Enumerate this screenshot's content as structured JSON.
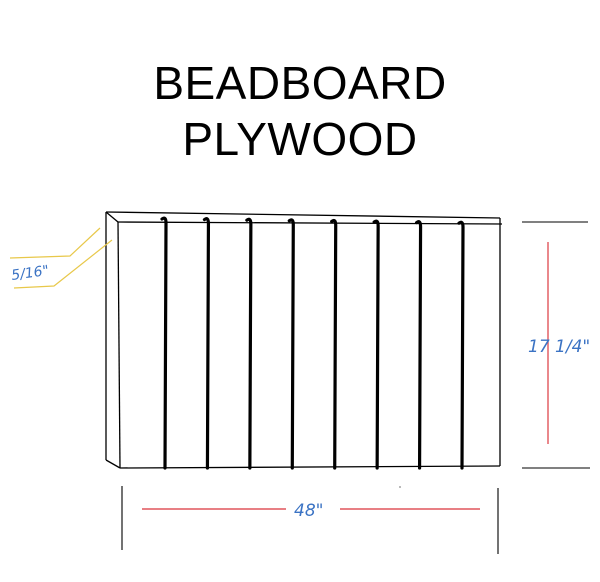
{
  "title": {
    "line1": "BEADBOARD",
    "line2": "PLYWOOD"
  },
  "dimensions": {
    "thickness": "5/16\"",
    "height": "17 1/4\"",
    "width": "48\""
  },
  "groove_count": 8,
  "colors": {
    "outline": "#000000",
    "thickness_leader": "#e8c84a",
    "thickness_text": "#3b73c4",
    "height_line": "#e0555b",
    "height_text": "#3b73c4",
    "width_line": "#e0555b",
    "width_text": "#3b73c4"
  }
}
